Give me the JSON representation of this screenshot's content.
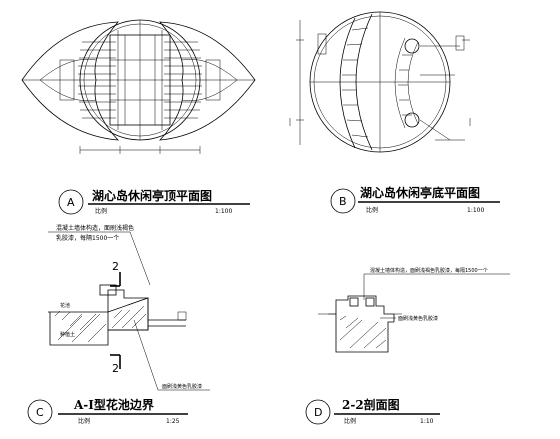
{
  "drawings": {
    "a": {
      "letter": "A",
      "title": "湖心岛休闲亭顶平面图",
      "scale_label": "比例",
      "scale": "1:100"
    },
    "b": {
      "letter": "B",
      "title": "湖心岛休闲亭底平面图",
      "scale_label": "比例",
      "scale": "1:100"
    },
    "c": {
      "letter": "C",
      "title": "A-I型花池边界",
      "scale_label": "比例",
      "scale": "1:25",
      "note_top_1": "混凝土墙体构造，面刷浅褐色",
      "note_top_2": "乳胶漆，每隔1500一个",
      "section_mark_top": "2",
      "section_mark_bottom": "2",
      "note_bottom": "面刷浅黄色乳胶漆",
      "label_left": "花池",
      "label_soil": "种植土"
    },
    "d": {
      "letter": "D",
      "title": "2-2剖面图",
      "scale_label": "比例",
      "scale": "1:10",
      "note_top": "混凝土墙体构造，面刷浅褐色乳胶漆，每隔1500一个",
      "note_mid": "面刷浅黄色乳胶漆"
    }
  }
}
